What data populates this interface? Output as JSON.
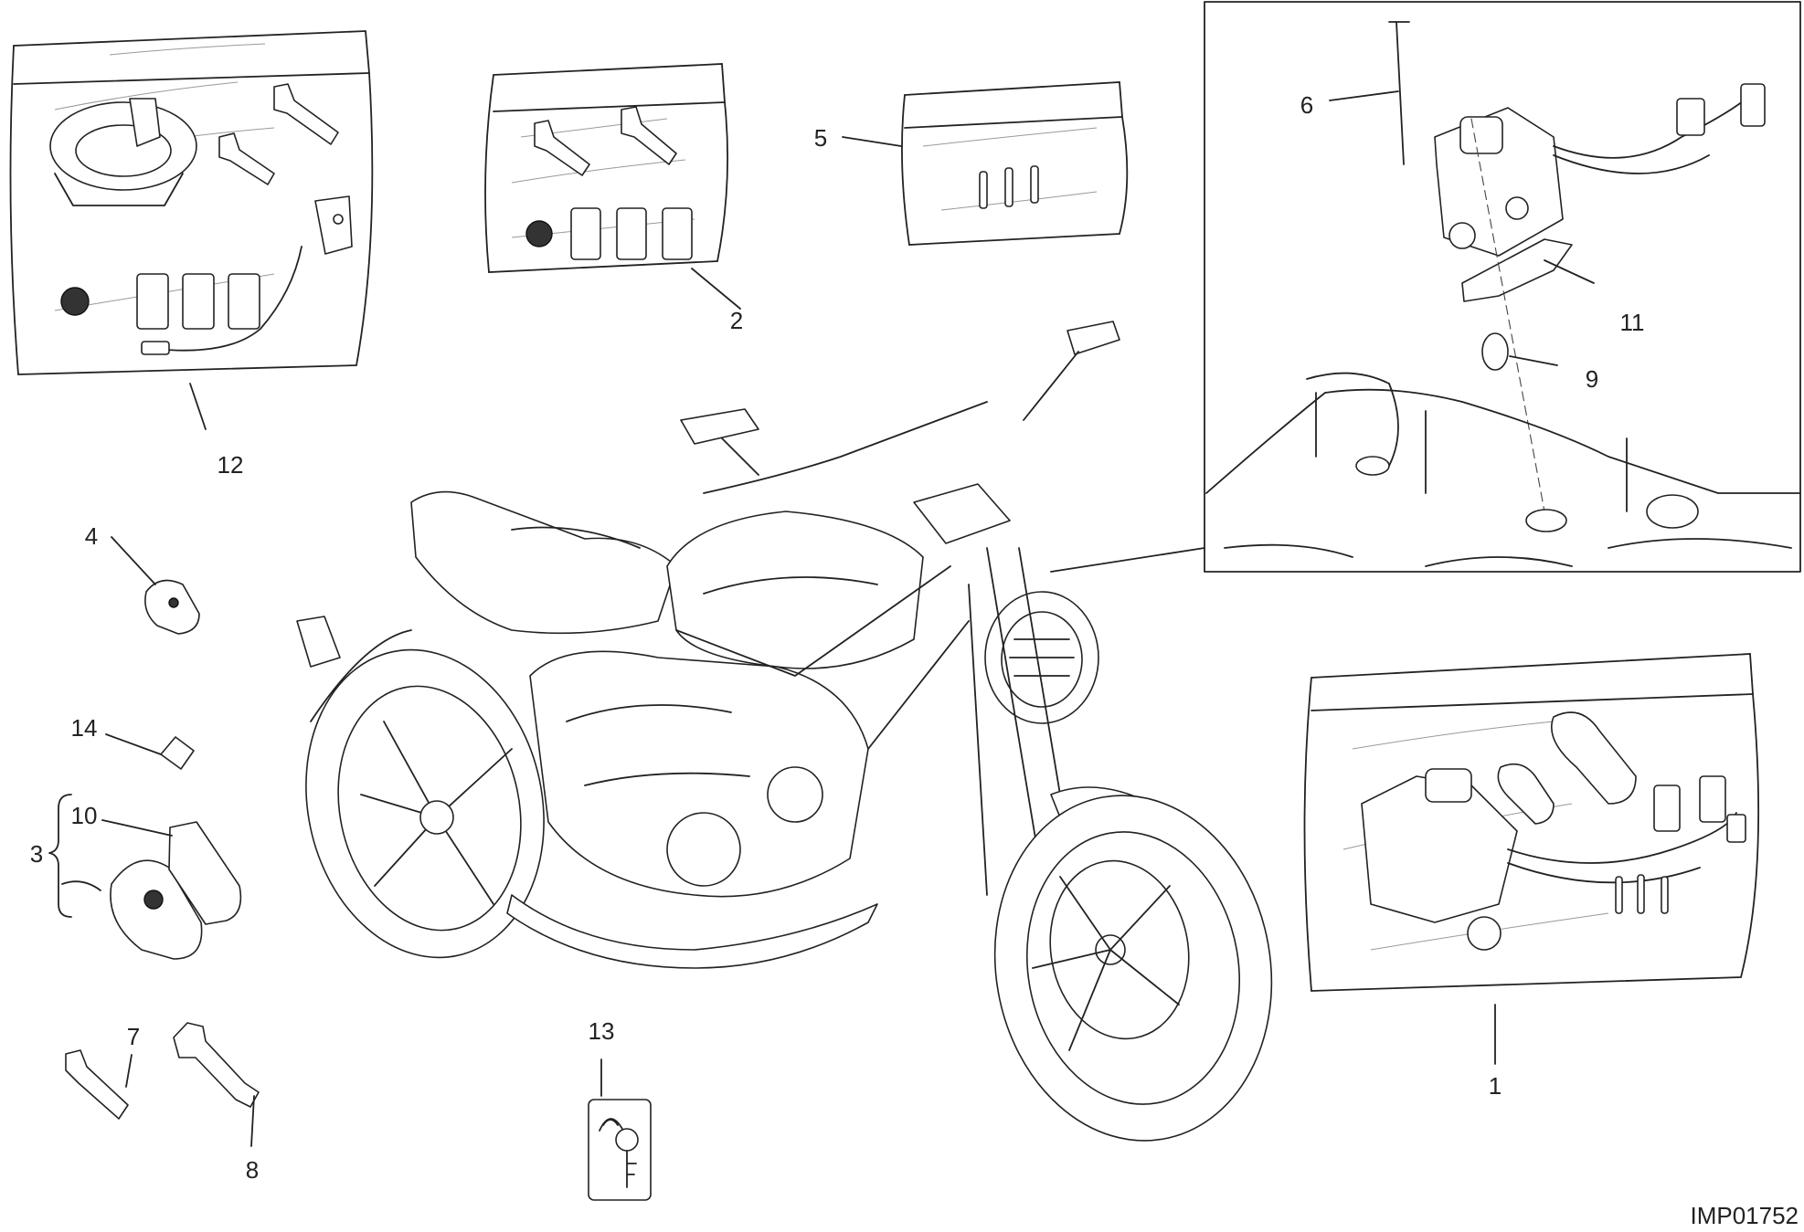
{
  "diagram": {
    "code": "IMP01752",
    "callouts": [
      "1",
      "2",
      "3",
      "4",
      "5",
      "6",
      "7",
      "8",
      "9",
      "10",
      "11",
      "12",
      "13",
      "14"
    ],
    "stroke_color": "#222222",
    "background_color": "#ffffff"
  }
}
